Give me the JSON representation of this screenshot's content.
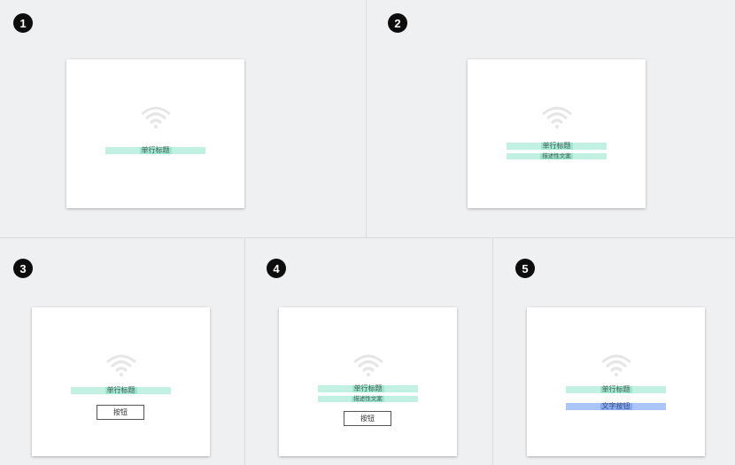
{
  "panels": [
    {
      "number": "1",
      "title": "单行标题"
    },
    {
      "number": "2",
      "title": "单行标题",
      "description": "描述性文案"
    },
    {
      "number": "3",
      "title": "单行标题",
      "button": "按钮"
    },
    {
      "number": "4",
      "title": "单行标题",
      "description": "描述性文案",
      "button": "按钮"
    },
    {
      "number": "5",
      "title": "单行标题",
      "text_button": "文字按钮"
    }
  ],
  "colors": {
    "background": "#f0f1f3",
    "title_highlight": "#9de6cf",
    "text_button_highlight": "#87aaf2",
    "badge": "#0d0d0d"
  },
  "icons": [
    "wifi-icon"
  ]
}
